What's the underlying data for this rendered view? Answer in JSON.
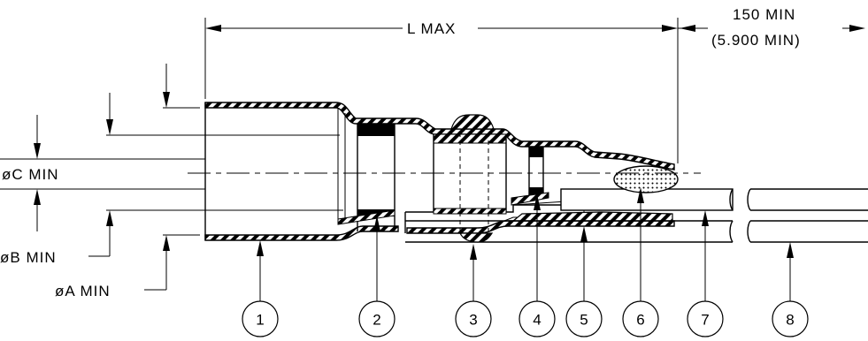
{
  "dimensions": {
    "length": "L MAX",
    "lead_length_mm": "150 MIN",
    "lead_length_in": "(5.900 MIN)",
    "dia_c": "øC MIN",
    "dia_b": "øB MIN",
    "dia_a": "øA MIN"
  },
  "balloons": [
    "1",
    "2",
    "3",
    "4",
    "5",
    "6",
    "7",
    "8"
  ],
  "colors": {
    "line": "#000000",
    "background": "#ffffff"
  }
}
